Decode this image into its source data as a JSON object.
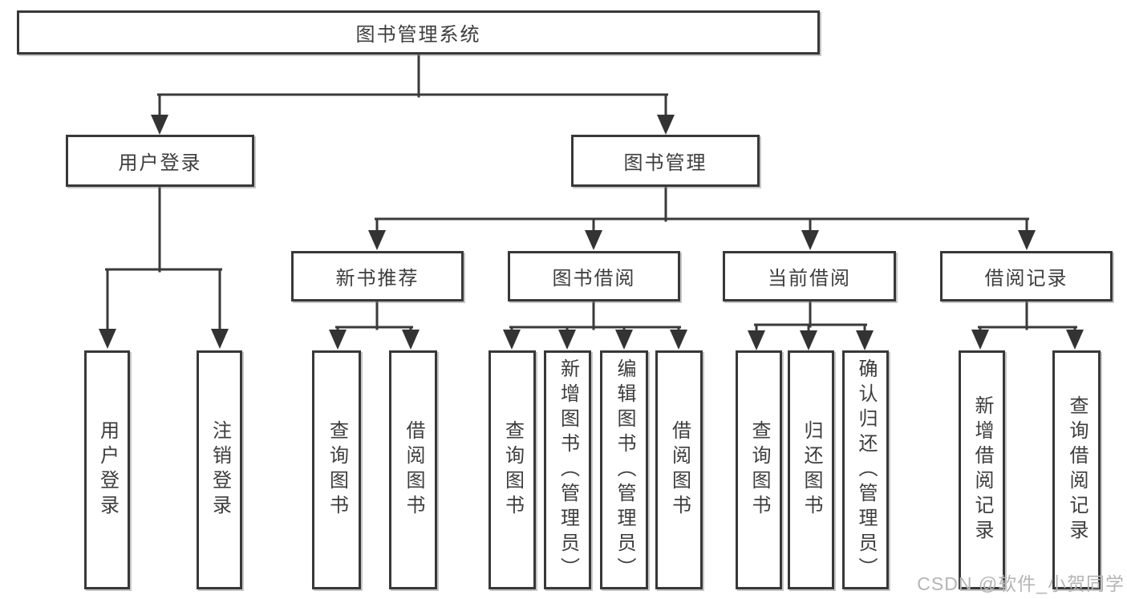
{
  "diagram": {
    "root": {
      "label": "图书管理系统"
    },
    "branches": [
      {
        "label": "用户登录",
        "leaves": [
          {
            "label": "用户登录"
          },
          {
            "label": "注销登录"
          }
        ]
      },
      {
        "label": "图书管理",
        "groups": [
          {
            "label": "新书推荐",
            "leaves": [
              {
                "label": "查询图书"
              },
              {
                "label": "借阅图书"
              }
            ]
          },
          {
            "label": "图书借阅",
            "leaves": [
              {
                "label": "查询图书"
              },
              {
                "label": "新增图书（管理员）"
              },
              {
                "label": "编辑图书（管理员）"
              },
              {
                "label": "借阅图书"
              }
            ]
          },
          {
            "label": "当前借阅",
            "leaves": [
              {
                "label": "查询图书"
              },
              {
                "label": "归还图书"
              },
              {
                "label": "确认归还（管理员）"
              }
            ]
          },
          {
            "label": "借阅记录",
            "leaves": [
              {
                "label": "新增借阅记录"
              },
              {
                "label": "查询借阅记录"
              }
            ]
          }
        ]
      }
    ]
  },
  "watermark": {
    "text": "CSDN @软件_小贺同学"
  },
  "colors": {
    "line": "#3a3a3a",
    "border": "#383838",
    "text": "#3d3d3d",
    "watermark": "#b5b5b5",
    "background": "#ffffff"
  }
}
